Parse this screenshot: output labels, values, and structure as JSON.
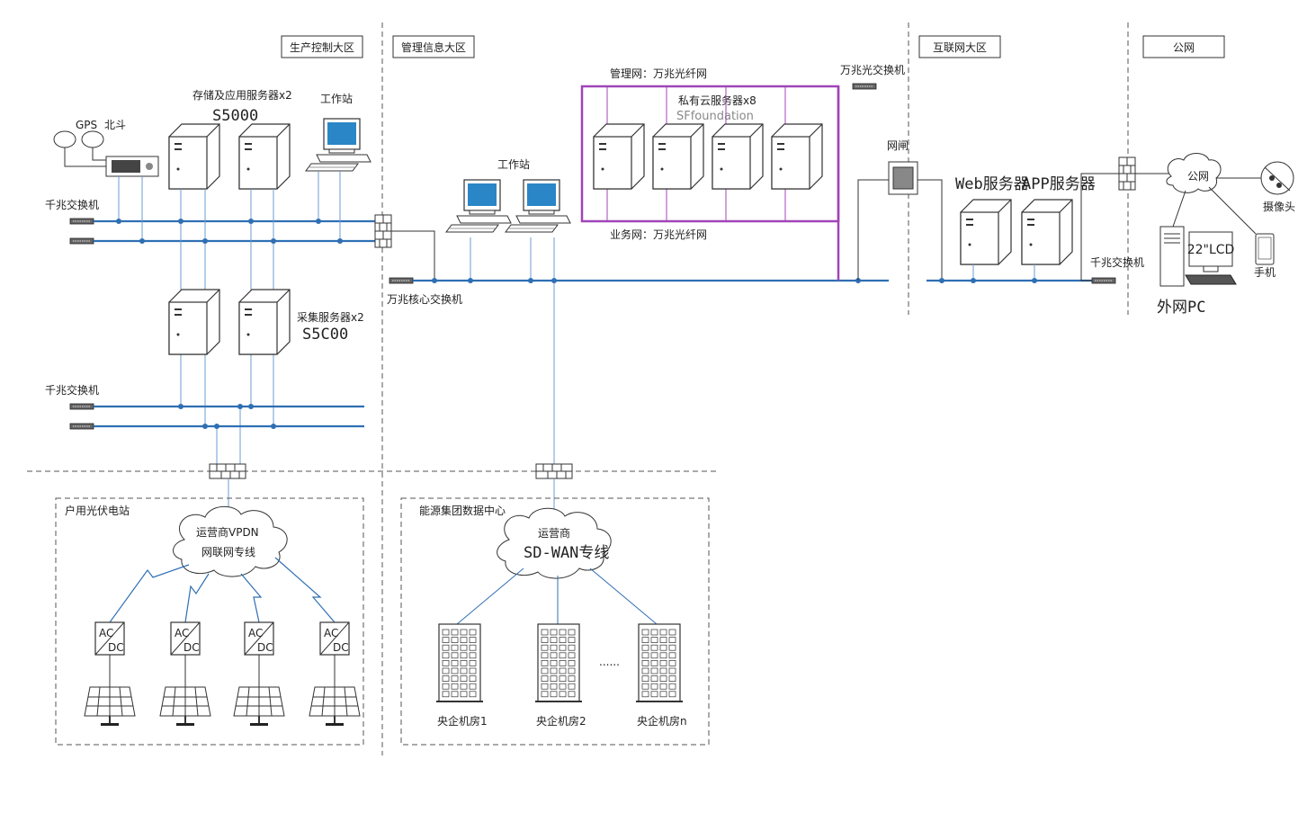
{
  "zones": {
    "production": "生产控制大区",
    "management": "管理信息大区",
    "internet": "互联网大区",
    "public": "公网"
  },
  "production": {
    "gps": "GPS",
    "beidou": "北斗",
    "storage_servers": "存储及应用服务器x2",
    "storage_model": "S5000",
    "workstation": "工作站",
    "gigabit_switch_top": "千兆交换机",
    "collect_servers": "采集服务器x2",
    "collect_model": "S5C00",
    "gigabit_switch_bottom": "千兆交换机"
  },
  "management": {
    "workstation": "工作站",
    "core_switch": "万兆核心交换机",
    "mgmt_net": "管理网：万兆光纤网",
    "biz_net": "业务网：万兆光纤网",
    "private_cloud": "私有云服务器x8",
    "sf_label": "SFfoundation",
    "fiber_switch": "万兆光交换机"
  },
  "internet": {
    "gatekeeper": "网闸",
    "web_server": "Web服务器",
    "app_server": "APP服务器",
    "gigabit_switch": "千兆交换机"
  },
  "public": {
    "cloud": "公网",
    "camera": "摄像头",
    "phone": "手机",
    "lcd": "22\"LCD",
    "pc": "外网PC"
  },
  "pv_station": {
    "title": "户用光伏电站",
    "carrier": "运营商VPDN",
    "line": "网联网专线",
    "ac": "AC",
    "dc": "DC"
  },
  "datacenter": {
    "title": "能源集团数据中心",
    "carrier": "运营商",
    "line": "SD-WAN专线",
    "room1": "央企机房1",
    "room2": "央企机房2",
    "ellipsis": "......",
    "roomn": "央企机房n"
  }
}
